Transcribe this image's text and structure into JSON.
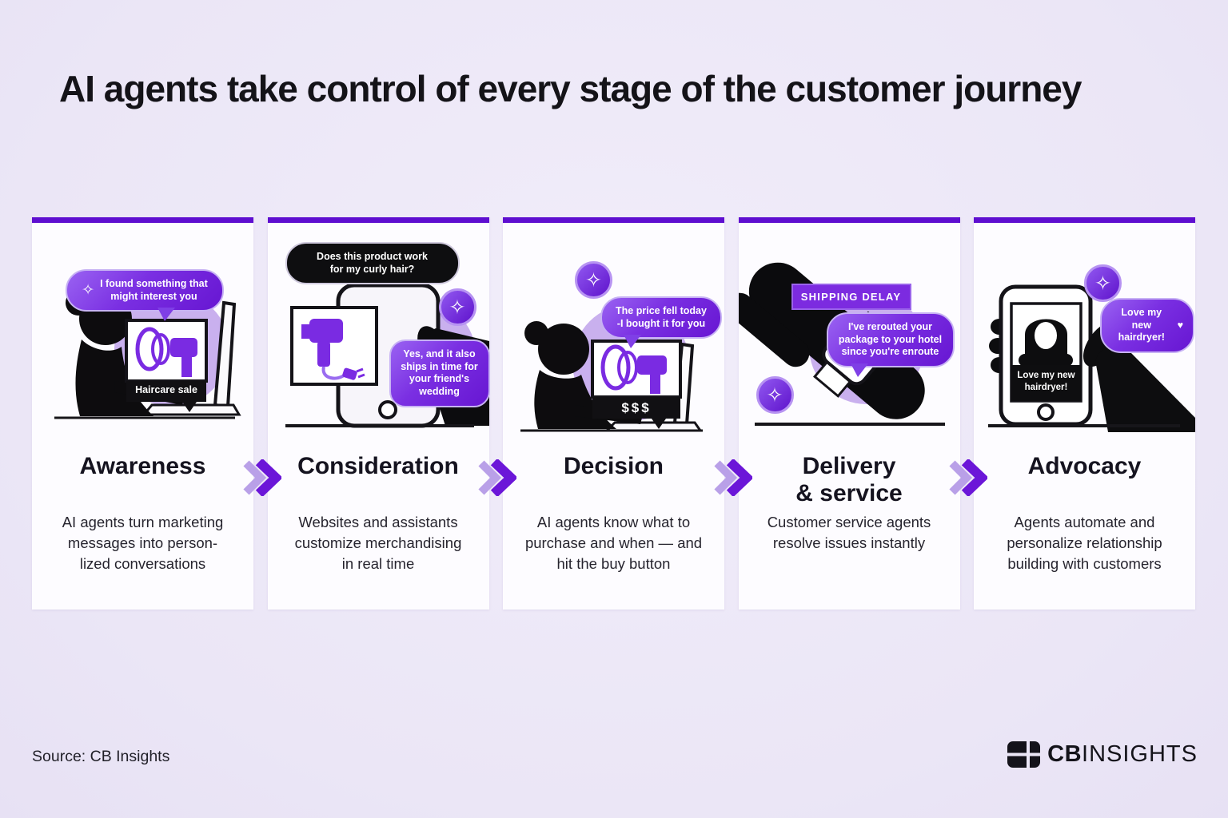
{
  "title": "AI agents take control of every stage of the customer journey",
  "footer": {
    "source": "Source: CB Insights",
    "brand_bold": "CB",
    "brand_light": "INSIGHTS"
  },
  "icons": {
    "sparkle": "✧",
    "heart": "♥"
  },
  "colors": {
    "background": "#ebe6f6",
    "card": "#fdfcff",
    "card_top_border": "#5e0ed0",
    "accent_purple": "#6b16d8",
    "light_purple": "#b9a0e8",
    "lavender_blob": "#c9b0ee",
    "bubble_purple": "#7a2fe2",
    "black": "#0e0e10"
  },
  "stages": [
    {
      "name": "Awareness",
      "description": "AI agents turn marketing\nmessages into person-\nlized conversations",
      "illustration": {
        "agent_bubble": "I found something that\nmight interest you",
        "screen_label": "Haircare sale"
      }
    },
    {
      "name": "Consideration",
      "description": "Websites and assistants\ncustomize merchandising\nin real time",
      "illustration": {
        "user_bubble": "Does this product work\nfor my curly hair?",
        "agent_bubble": "Yes, and it also\nships in time for\nyour friend's\nwedding"
      }
    },
    {
      "name": "Decision",
      "description": "AI agents know what to\npurchase and when — and\nhit the buy button",
      "illustration": {
        "agent_bubble": "The price fell today\n-I bought it for you",
        "screen_label": "$$$"
      }
    },
    {
      "name": "Delivery\n& service",
      "description": "Customer service agents\nresolve issues instantly",
      "illustration": {
        "banner": "SHIPPING DELAY",
        "agent_bubble": "I've rerouted your\npackage to your hotel\nsince you're enroute"
      }
    },
    {
      "name": "Advocacy",
      "description": "Agents automate and\npersonalize relationship\nbuilding with customers",
      "illustration": {
        "agent_bubble": "Love my new\nhairdryer!",
        "phone_caption": "Love my new\nhairdryer!"
      }
    }
  ]
}
